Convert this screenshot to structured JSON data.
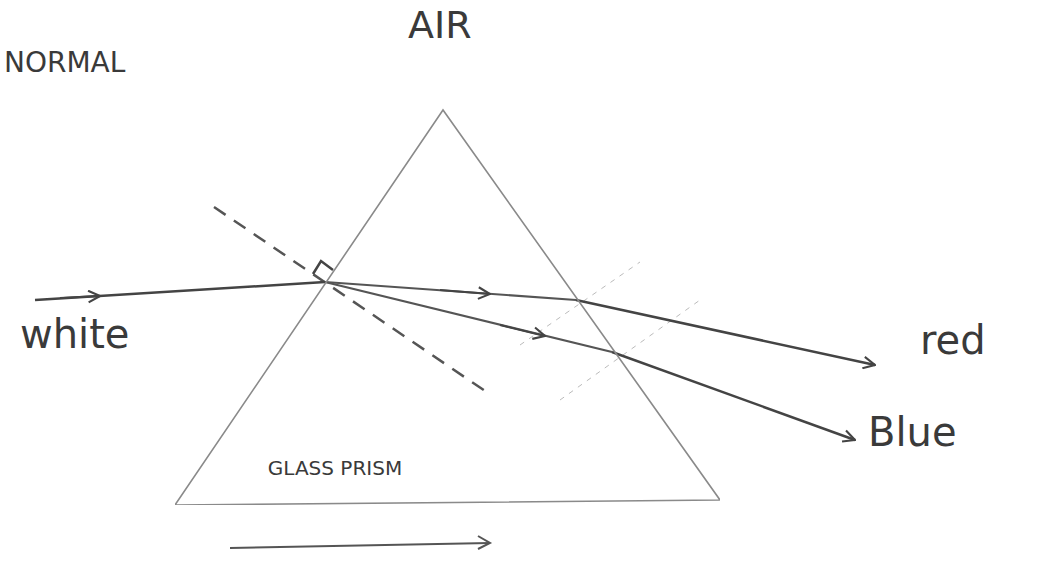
{
  "diagram": {
    "nodes": [
      {
        "text": [
          "GLASS PRISM"
        ]
      }
    ],
    "labels": [
      "AIR",
      "NORMAL",
      "white",
      "red",
      "Blue"
    ]
  }
}
